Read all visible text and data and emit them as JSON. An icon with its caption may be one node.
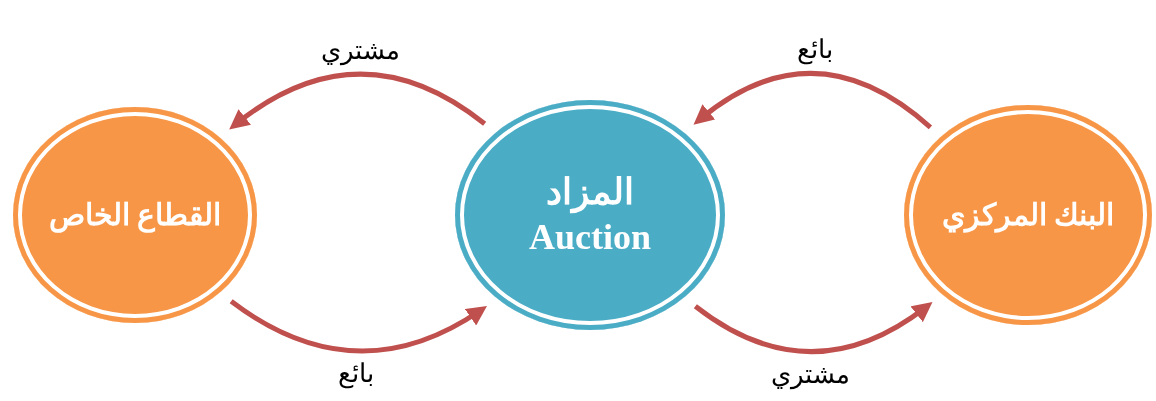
{
  "diagram": {
    "nodes": [
      {
        "text": [
          "القطاع الخاص"
        ]
      },
      {
        "text": [
          "المزاد",
          "Auction"
        ]
      },
      {
        "text": [
          "البنك المركزي"
        ]
      }
    ],
    "edges": [
      {
        "from": 1,
        "to": 0,
        "arrow": "to",
        "label": "مشتري"
      },
      {
        "from": 0,
        "to": 1,
        "arrow": "to",
        "label": "بائع"
      },
      {
        "from": 2,
        "to": 1,
        "arrow": "to",
        "label": "بائع"
      },
      {
        "from": 1,
        "to": 2,
        "arrow": "to",
        "label": "مشتري"
      }
    ]
  }
}
